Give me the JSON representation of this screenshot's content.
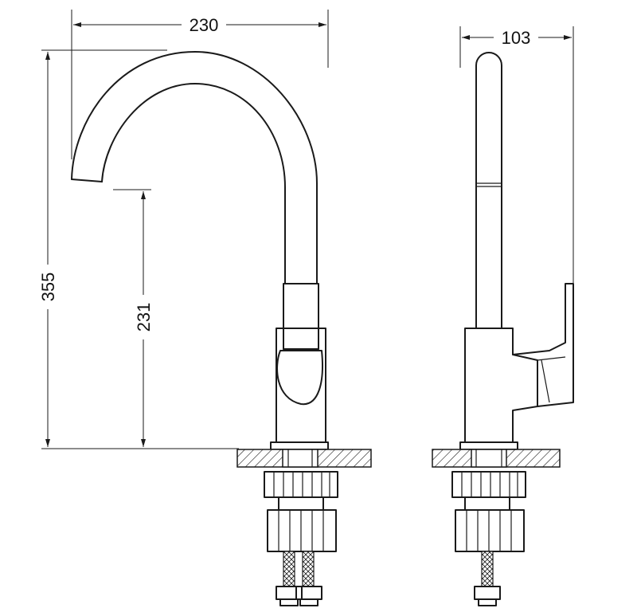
{
  "dimensions": {
    "front_width": "230",
    "side_width": "103",
    "total_height": "355",
    "spout_height": "231"
  },
  "colors": {
    "line": "#1a1a1a",
    "background": "#ffffff"
  }
}
